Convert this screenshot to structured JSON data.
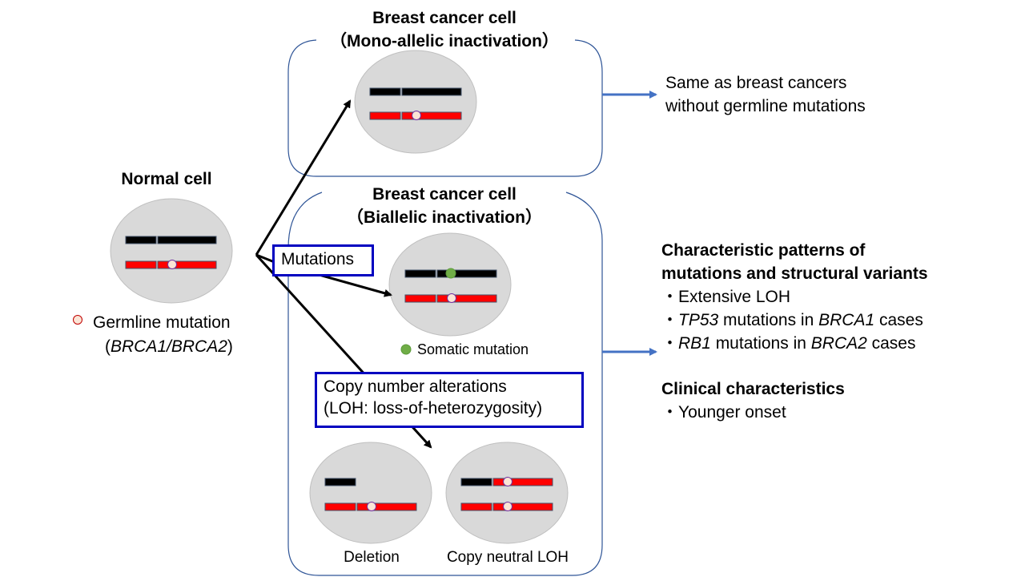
{
  "normal_cell": {
    "title": "Normal cell",
    "legend_germline": "Germline mutation",
    "legend_genes_open": "(",
    "legend_genes": "BRCA1/BRCA2",
    "legend_genes_close": ")"
  },
  "mono_allelic": {
    "title_line1": "Breast cancer cell",
    "title_line2": "（Mono-allelic inactivation）",
    "outcome_line1": "Same as breast cancers",
    "outcome_line2": "without germline mutations"
  },
  "biallelic": {
    "title_line1": "Breast cancer cell",
    "title_line2": "（Biallelic inactivation）",
    "mutations_label": "Mutations",
    "legend_somatic": "Somatic mutation",
    "cna_line1": "Copy number alterations",
    "cna_line2": "(LOH: loss-of-heterozygosity)",
    "deletion_label": "Deletion",
    "cn_loh_label": "Copy neutral LOH"
  },
  "characteristics": {
    "patterns_heading_line1": "Characteristic patterns of",
    "patterns_heading_line2": "mutations and structural variants",
    "bullet": "・",
    "item1": "Extensive LOH",
    "item2_gene": "TP53",
    "item2_mid": " mutations in ",
    "item2_gene2": "BRCA1",
    "item2_end": " cases",
    "item3_gene": "RB1",
    "item3_mid": " mutations in ",
    "item3_gene2": "BRCA2",
    "item3_end": " cases",
    "clinical_heading": "Clinical characteristics",
    "clinical_item1": "Younger onset"
  },
  "colors": {
    "cell_fill": "#d9d9d9",
    "paternal_chromosome": "#000000",
    "maternal_chromosome": "#ff0000",
    "germline_dot": "#fbe5d6",
    "somatic_dot": "#70ad47",
    "label_box_border": "#0000c0",
    "outcome_arrow": "#4472c4",
    "panel_border": "#2f5597"
  }
}
